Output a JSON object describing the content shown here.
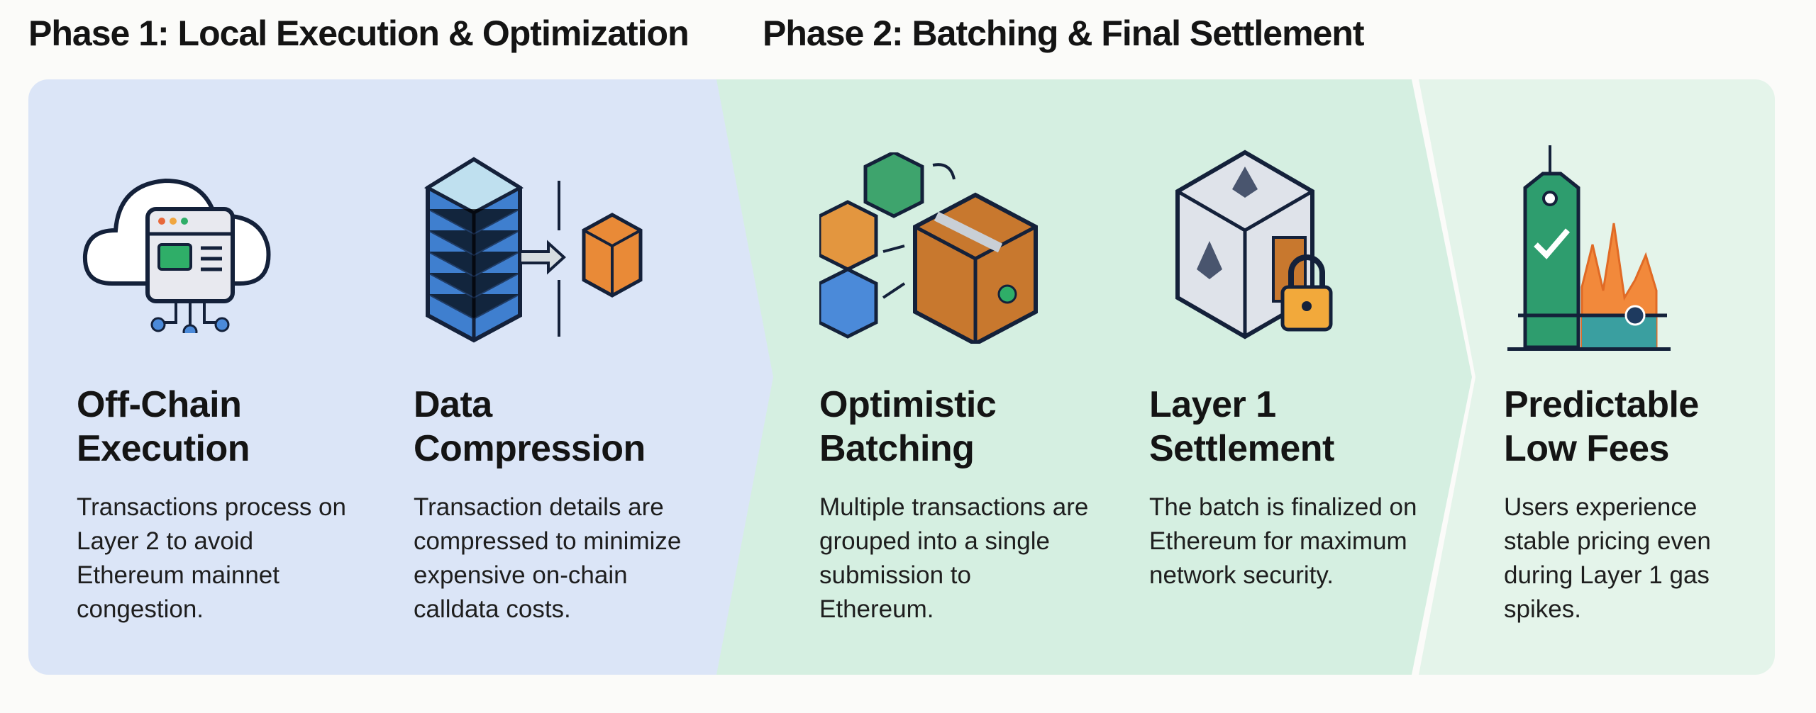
{
  "phases": [
    {
      "title": "Phase 1: Local Execution & Optimization"
    },
    {
      "title": "Phase 2: Batching & Final Settlement"
    }
  ],
  "steps": [
    {
      "heading_1": "Off-Chain",
      "heading_2": "Execution",
      "body": "Transactions process on Layer 2 to avoid Ethereum mainnet congestion.",
      "icon": "cloud-server-icon"
    },
    {
      "heading_1": "Data",
      "heading_2": "Compression",
      "body": "Transaction details are compressed to minimize expensive on-chain calldata costs.",
      "icon": "compression-cube-icon"
    },
    {
      "heading_1": "Optimistic",
      "heading_2": "Batching",
      "body": "Multiple transactions are grouped into a single submission to Ethereum.",
      "icon": "batch-crate-icon"
    },
    {
      "heading_1": "Layer 1",
      "heading_2": "Settlement",
      "body": "The batch is finalized on Ethereum for maximum network security.",
      "icon": "ethereum-vault-lock-icon"
    },
    {
      "heading_1": "Predictable",
      "heading_2": "Low Fees",
      "body": "Users experience stable pricing even during Layer 1 gas spikes.",
      "icon": "price-tag-chart-icon"
    }
  ]
}
